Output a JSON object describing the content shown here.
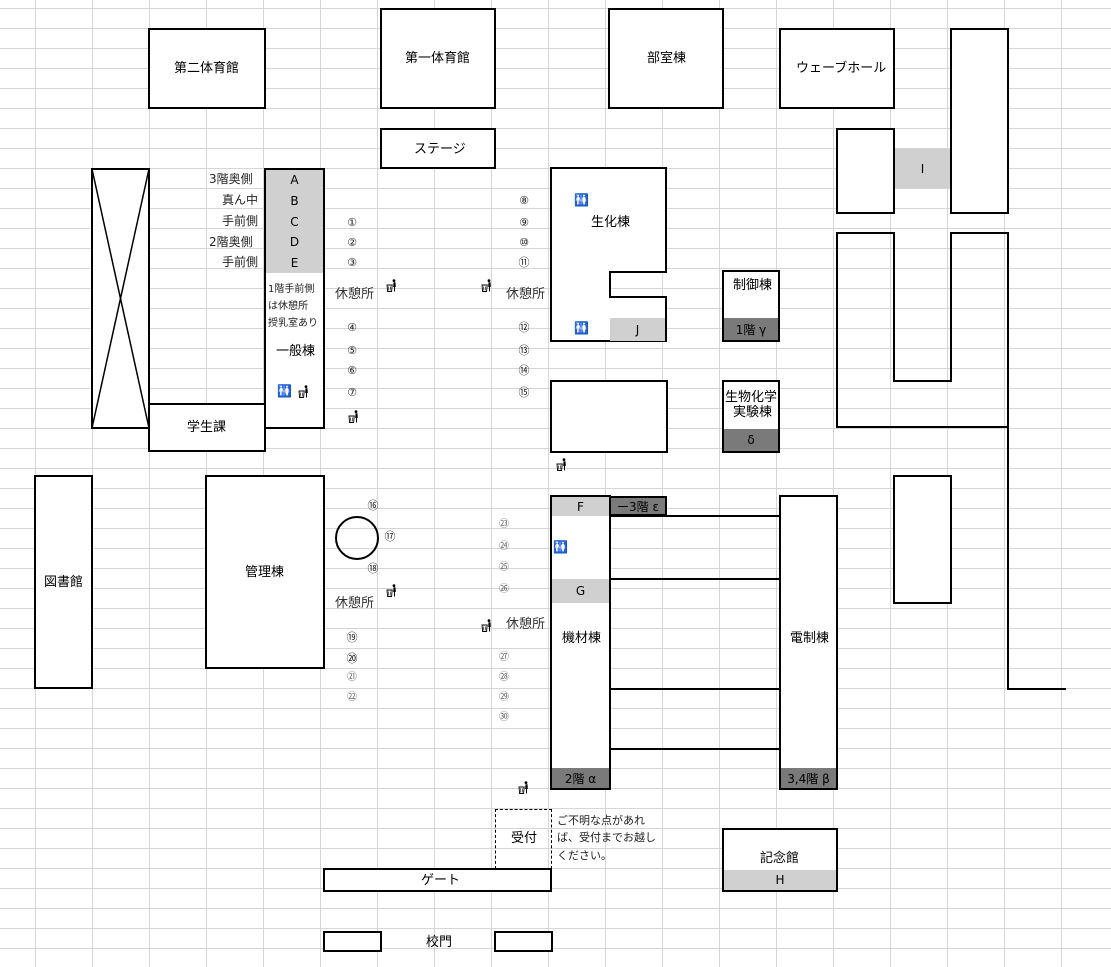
{
  "buildings": {
    "gym2": "第二体育館",
    "gym1": "第一体育館",
    "clubhouse": "部室棟",
    "wave_hall": "ウェーブホール",
    "stage": "ステージ",
    "biochem": "生化棟",
    "control": "制御棟",
    "bio_lab_1": "生物化学",
    "bio_lab_2": "実験棟",
    "general": "一般棟",
    "student_affairs": "学生課",
    "library": "図書館",
    "admin": "管理棟",
    "equipment": "機材棟",
    "electrical": "電制棟",
    "memorial": "記念館",
    "gate": "ゲート",
    "school_gate": "校門",
    "reception": "受付"
  },
  "floor_labels": {
    "a": "3階奥側",
    "b": "真ん中",
    "c": "手前側",
    "d": "2階奥側",
    "e": "手前側"
  },
  "rooms": {
    "A": "A",
    "B": "B",
    "C": "C",
    "D": "D",
    "E": "E",
    "F": "F",
    "G": "G",
    "H": "H",
    "I": "I",
    "J": "J",
    "alpha": "2階 α",
    "beta": "3,4階 β",
    "gamma": "1階 γ",
    "delta": "δ",
    "epsilon": "ー3階 ε"
  },
  "note_general": [
    "1階手前側",
    "は休憩所",
    "授乳室あり"
  ],
  "rest_area": "休憩所",
  "reception_note": [
    "ご不明な点があれ",
    "ば、受付までお越し",
    "ください。"
  ],
  "booths": {
    "n1": "①",
    "n2": "②",
    "n3": "③",
    "n4": "④",
    "n5": "⑤",
    "n6": "⑥",
    "n7": "⑦",
    "n8": "⑧",
    "n9": "⑨",
    "n10": "⑩",
    "n11": "⑪",
    "n12": "⑫",
    "n13": "⑬",
    "n14": "⑭",
    "n15": "⑮",
    "n16": "⑯",
    "n17": "⑰",
    "n18": "⑱",
    "n19": "⑲",
    "n20": "⑳",
    "n21": "㉑",
    "n22": "㉒",
    "n23": "㉓",
    "n24": "㉔",
    "n25": "㉕",
    "n26": "㉖",
    "n27": "㉗",
    "n28": "㉘",
    "n29": "㉙",
    "n30": "㉚"
  },
  "icons": {
    "restroom": "🚻",
    "trash": "trash-can-icon"
  }
}
